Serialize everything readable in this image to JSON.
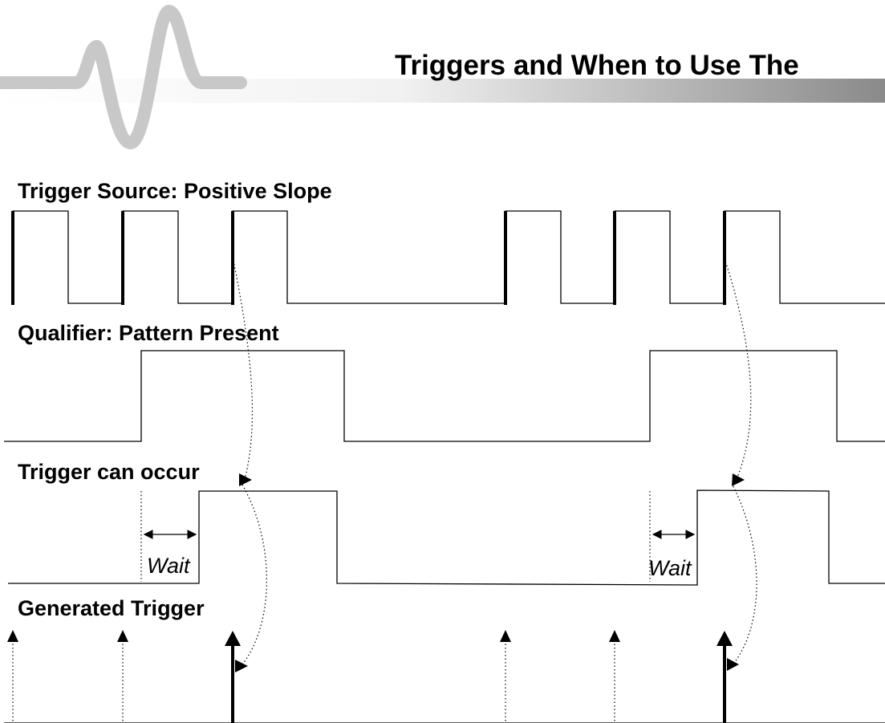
{
  "header": {
    "title": "Triggers and When to Use The"
  },
  "rows": {
    "source_label": "Trigger Source: Positive Slope",
    "qualifier_label": "Qualifier: Pattern Present",
    "can_occur_label": "Trigger can occur",
    "generated_label": "Generated Trigger"
  },
  "wait_labels": [
    "Wait",
    "Wait"
  ],
  "colors": {
    "waveform": "#000000",
    "logo": "#c8c8c8",
    "header_bar_start": "#ffffff",
    "header_bar_end": "#8a8a8a"
  }
}
